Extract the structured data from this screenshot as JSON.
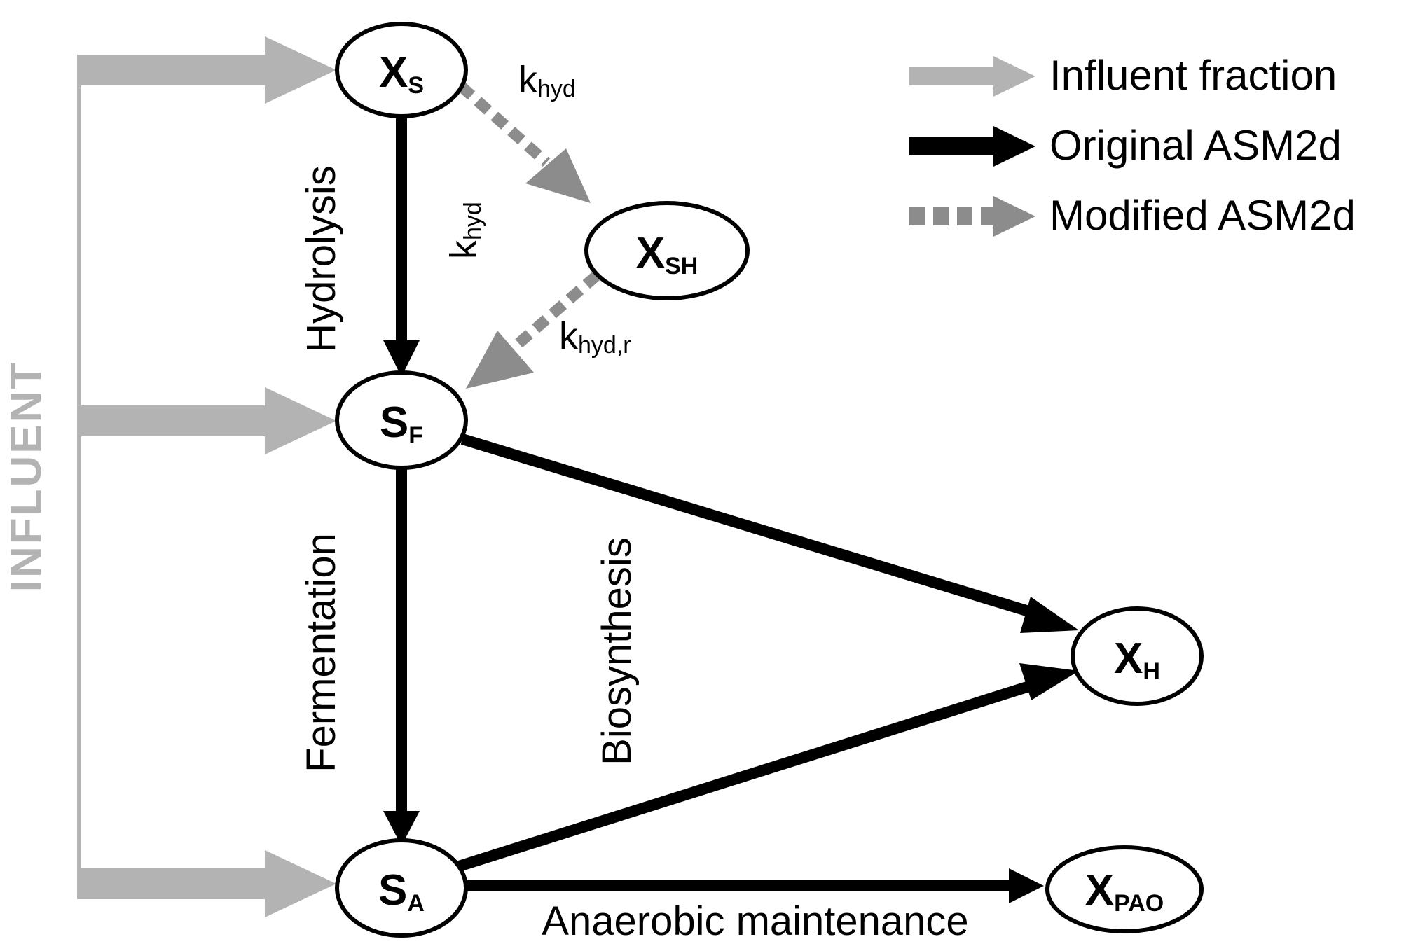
{
  "influent": {
    "label": "INFLUENT",
    "color": "#b3b3b3"
  },
  "colors": {
    "original": "#000000",
    "modified": "#8c8c8c",
    "influent": "#b3b3b3"
  },
  "nodes": {
    "xs": {
      "main": "X",
      "sub": "S"
    },
    "xsh": {
      "main": "X",
      "sub": "SH"
    },
    "sf": {
      "main": "S",
      "sub": "F"
    },
    "sa": {
      "main": "S",
      "sub": "A"
    },
    "xh": {
      "main": "X",
      "sub": "H"
    },
    "xpao": {
      "main": "X",
      "sub": "PAO"
    }
  },
  "process_labels": {
    "hydrolysis": "Hydrolysis",
    "fermentation": "Fermentation",
    "biosynthesis": "Biosynthesis",
    "anaerobic_maintenance": "Anaerobic maintenance"
  },
  "rate_labels": {
    "k_hyd_top": {
      "main": "k",
      "sub": "hyd"
    },
    "k_hyd_side": {
      "main": "k",
      "sub": "hyd"
    },
    "k_hyd_r": {
      "main": "k",
      "sub": "hyd,r"
    }
  },
  "legend": {
    "influent_fraction": "Influent fraction",
    "original_asm2d": "Original ASM2d",
    "modified_asm2d": "Modified ASM2d"
  }
}
